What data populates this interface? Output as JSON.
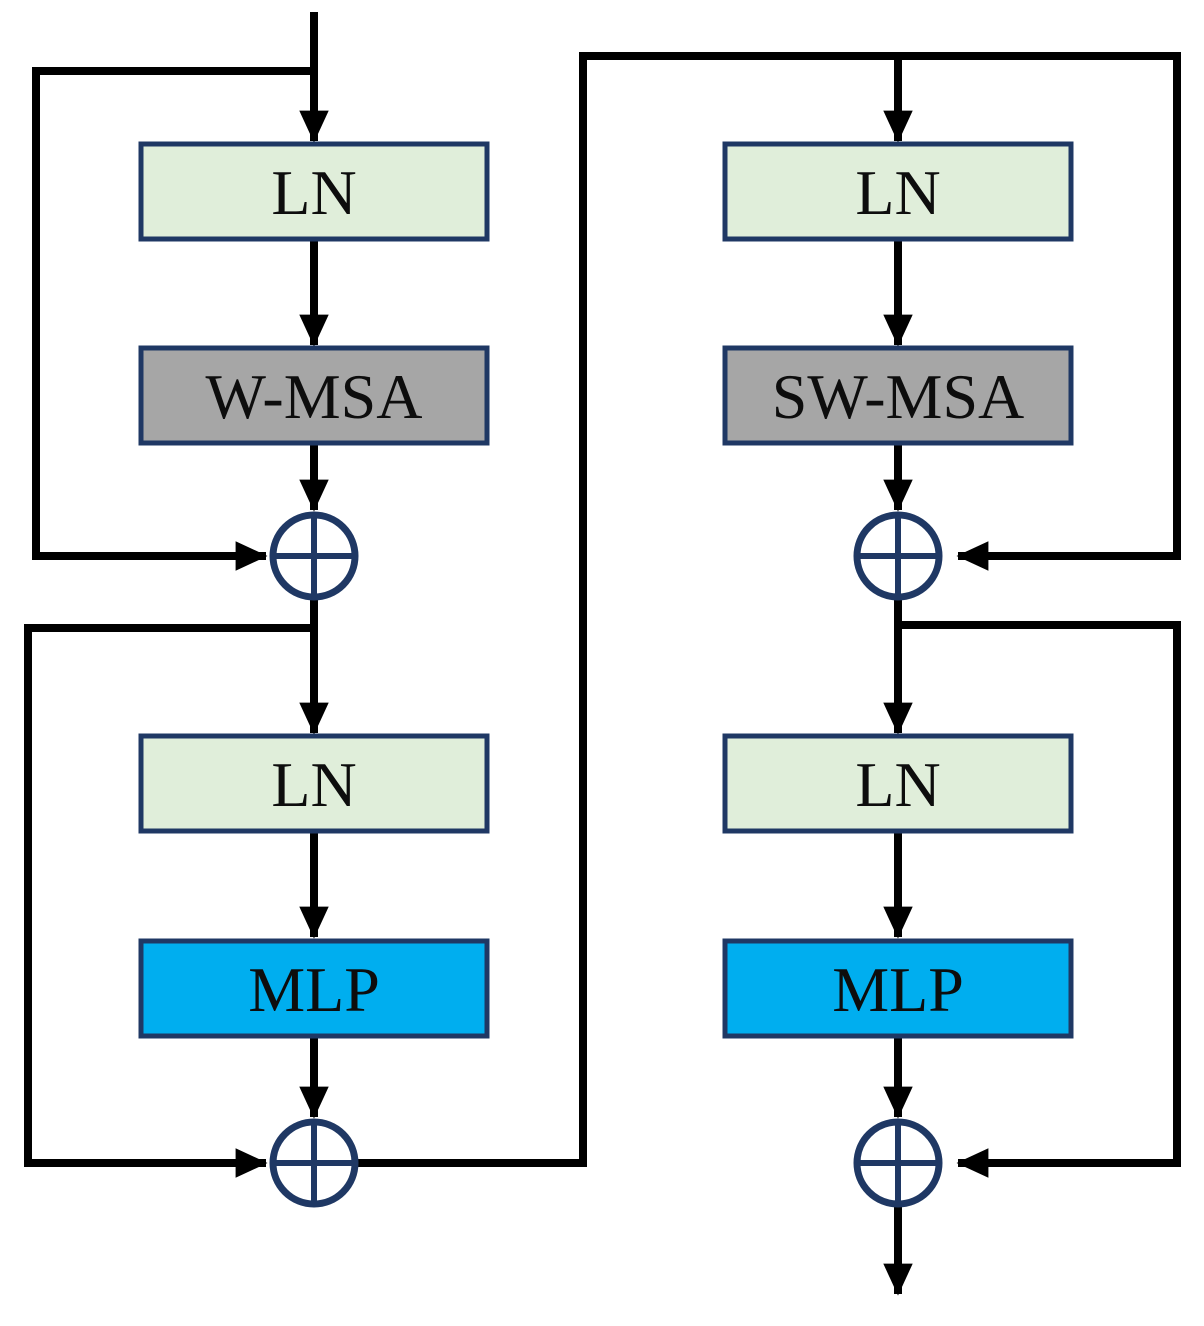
{
  "diagram": {
    "blocks": [
      {
        "name": "window-attention-block",
        "ln1": "LN",
        "msa": "W-MSA",
        "ln2": "LN",
        "mlp": "MLP"
      },
      {
        "name": "shifted-window-attention-block",
        "ln1": "LN",
        "msa": "SW-MSA",
        "ln2": "LN",
        "mlp": "MLP"
      }
    ],
    "operators": {
      "add_symbol": "circled-plus"
    },
    "colors": {
      "ln_fill": "#e0eeda",
      "msa_fill": "#a6a6a6",
      "mlp_fill": "#00aeef",
      "box_border": "#1f3864",
      "operator": "#1f3864",
      "line": "#000000"
    }
  }
}
